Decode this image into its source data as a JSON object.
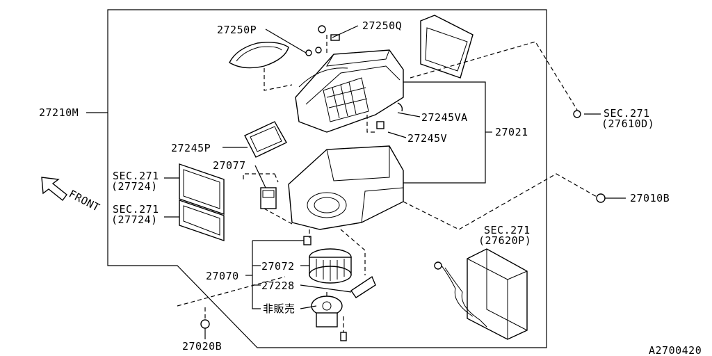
{
  "labels": {
    "p27250P": "27250P",
    "p27250Q": "27250Q",
    "p27210M": "27210M",
    "p27245VA": "27245VA",
    "p27245V": "27245V",
    "p27021": "27021",
    "p27245P": "27245P",
    "p27077": "27077",
    "sec271_a": "SEC.271",
    "sec271_a_ref": "(27610D)",
    "sec271_b": "SEC.271",
    "sec271_b_ref": "(27724)",
    "sec271_c": "SEC.271",
    "sec271_c_ref": "(27724)",
    "sec271_d": "SEC.271",
    "sec271_d_ref": "(27620P)",
    "p27010B": "27010B",
    "p27070": "27070",
    "p27072": "27072",
    "p27228": "27228",
    "not_for_sale": "非販売",
    "p27020B": "27020B",
    "front": "FRONT",
    "diagram_id": "A2700420"
  }
}
